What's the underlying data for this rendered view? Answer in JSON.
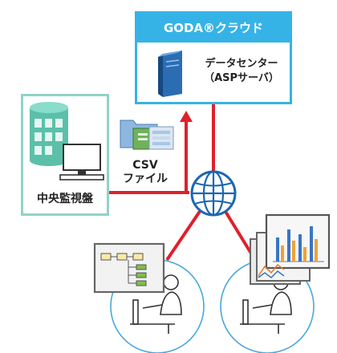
{
  "cloud": {
    "title": "GODA®クラウド",
    "datacenter_line1": "データセンター",
    "datacenter_line2": "（ASPサーバ）"
  },
  "monitor": {
    "label": "中央監視盤"
  },
  "csv": {
    "line1": "CSV",
    "line2": "ファイル"
  },
  "colors": {
    "accent_blue": "#36b3e6",
    "link_red": "#e0202b",
    "teal_border": "#8fd3c9",
    "globe_blue": "#1a67b1"
  },
  "icons": {
    "server": "server-icon",
    "database": "database-icon",
    "computer": "computer-icon",
    "folder": "csv-folder-icon",
    "globe": "globe-icon",
    "user": "user-at-desk-icon",
    "flowchart": "flowchart-screen-icon",
    "chart": "chart-screen-icon"
  }
}
